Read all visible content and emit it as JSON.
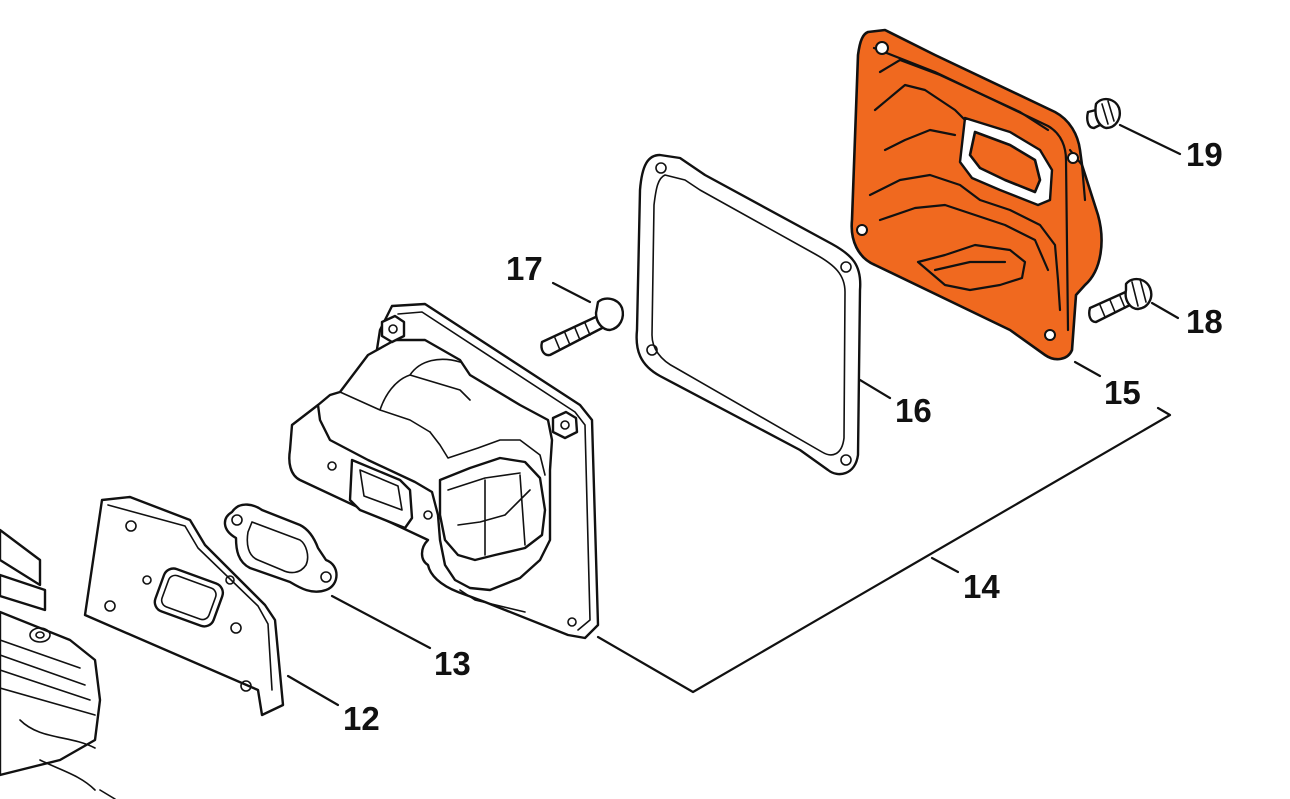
{
  "diagram": {
    "highlight_color": "#f0691f",
    "line_color": "#111111",
    "background": "#ffffff",
    "labels": {
      "part_12": "12",
      "part_13": "13",
      "part_14": "14",
      "part_15": "15",
      "part_16": "16",
      "part_17": "17",
      "part_18": "18",
      "part_19": "19"
    }
  }
}
